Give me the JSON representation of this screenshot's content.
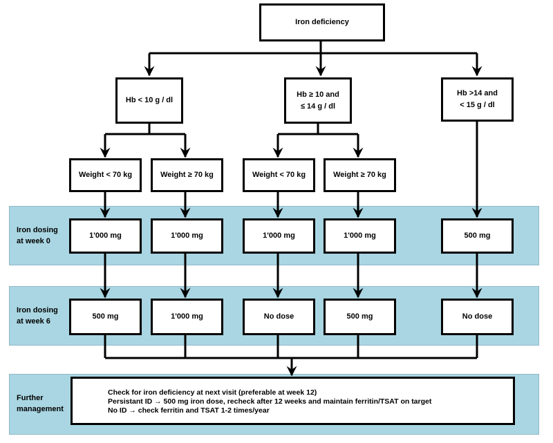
{
  "root": "Iron deficiency",
  "hb_groups": [
    "Hb < 10 g / dl",
    "Hb ≥ 10 and\n≤ 14 g / dl",
    "Hb >14 and\n< 15 g / dl"
  ],
  "weight_groups": [
    "Weight < 70 kg",
    "Weight ≥ 70 kg",
    "Weight < 70 kg",
    "Weight ≥ 70 kg"
  ],
  "stage_labels": {
    "week0": "Iron dosing\nat week 0",
    "week6": "Iron dosing\nat week 6",
    "further": "Further\nmanagement"
  },
  "week0_doses": [
    "1'000 mg",
    "1'000 mg",
    "1'000 mg",
    "1'000 mg",
    "500 mg"
  ],
  "week6_doses": [
    "500 mg",
    "1'000 mg",
    "No dose",
    "500 mg",
    "No dose"
  ],
  "management_lines": [
    "Check for iron deficiency at next visit (preferable at week 12)",
    "Persistant ID → 500 mg iron dose, recheck after 12 weeks and maintain ferritin/TSAT on target",
    "No ID → check ferritin and TSAT 1-2 times/year"
  ],
  "colors": {
    "band": "#a9d6e2",
    "line": "#000000"
  }
}
